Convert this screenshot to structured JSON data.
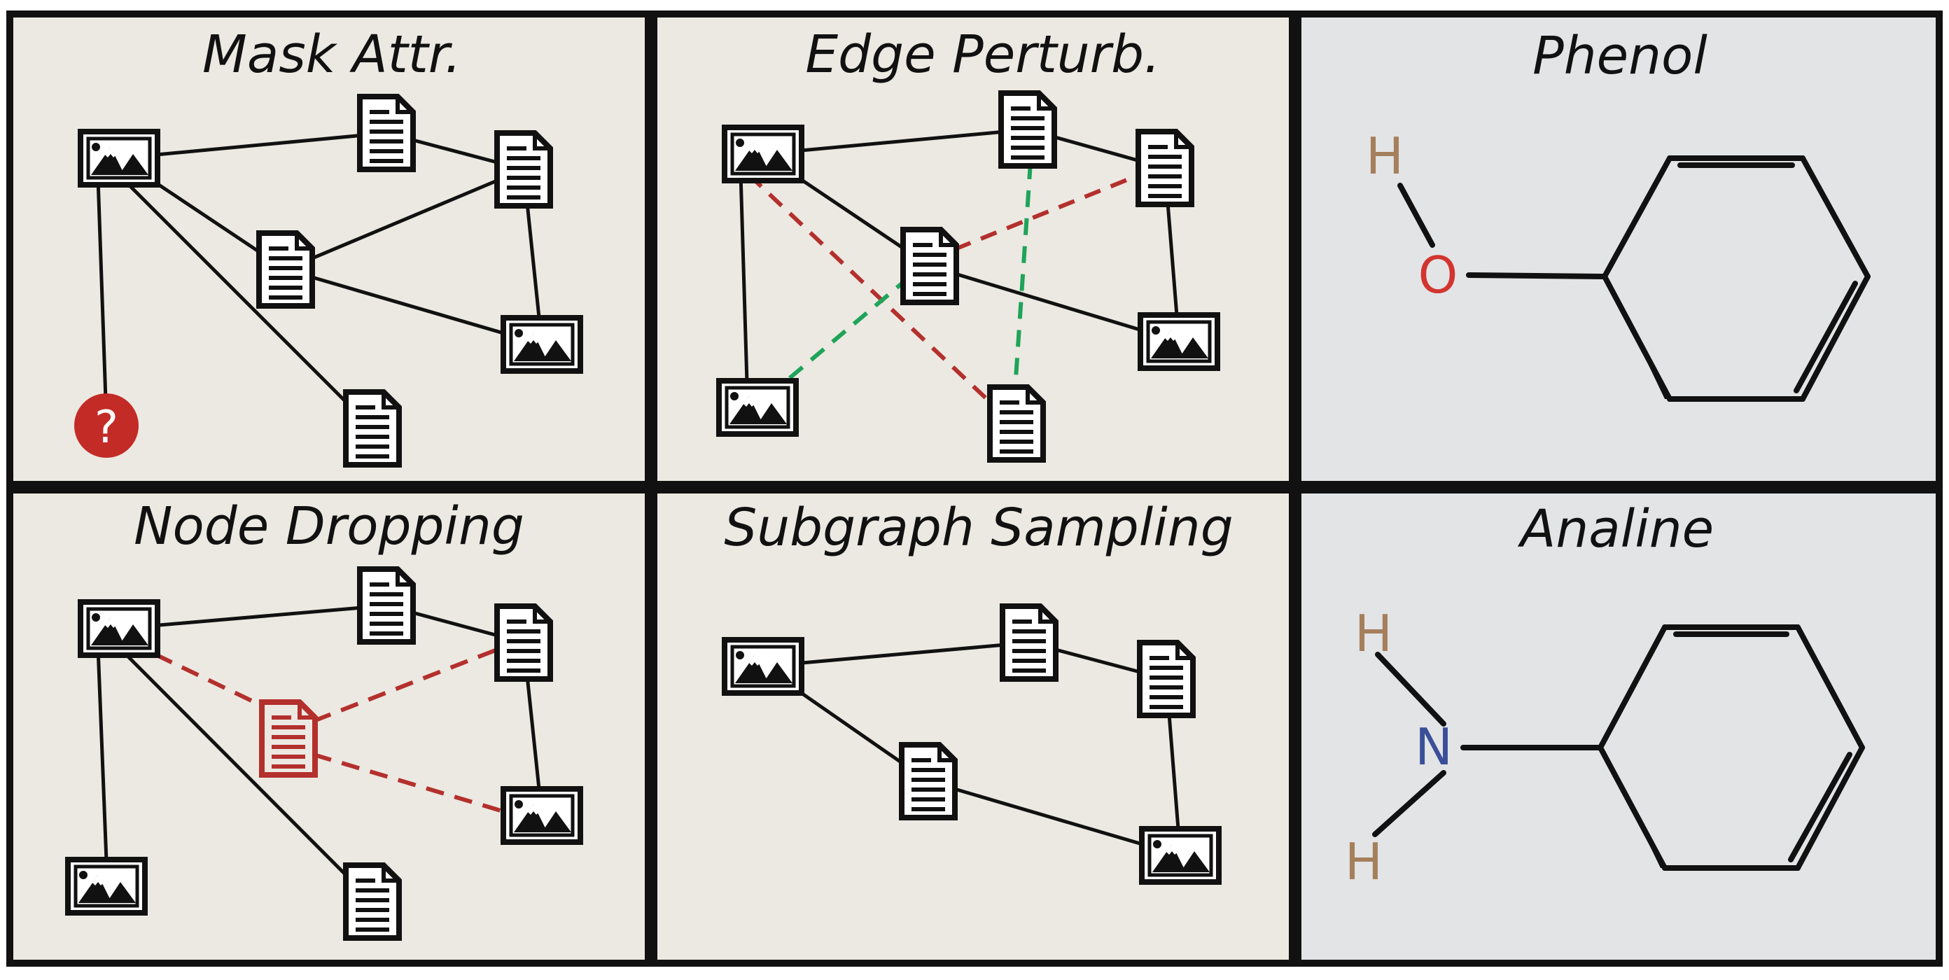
{
  "colors": {
    "graph_panel_bg": "#ece9e2",
    "molecule_panel_bg": "#e3e4e6",
    "line": "#111111",
    "removed": "#b3302d",
    "added": "#1fa45a",
    "hydrogen": "#a57f5c",
    "oxygen": "#d2352f",
    "nitrogen": "#3a4f98"
  },
  "panels": {
    "mask_attr": {
      "title": "Mask Attr.",
      "masked_node_symbol": "?"
    },
    "edge_perturb": {
      "title": "Edge Perturb."
    },
    "phenol": {
      "title": "Phenol",
      "atoms": {
        "h": "H",
        "o": "O"
      }
    },
    "node_dropping": {
      "title": "Node Dropping"
    },
    "subgraph_sampling": {
      "title": "Subgraph Sampling"
    },
    "analine": {
      "title": "Analine",
      "atoms": {
        "h_top": "H",
        "n": "N",
        "h_bottom": "H"
      }
    }
  },
  "icons": {
    "image_node": "image-icon",
    "document_node": "document-icon",
    "unknown_node": "question-icon"
  }
}
